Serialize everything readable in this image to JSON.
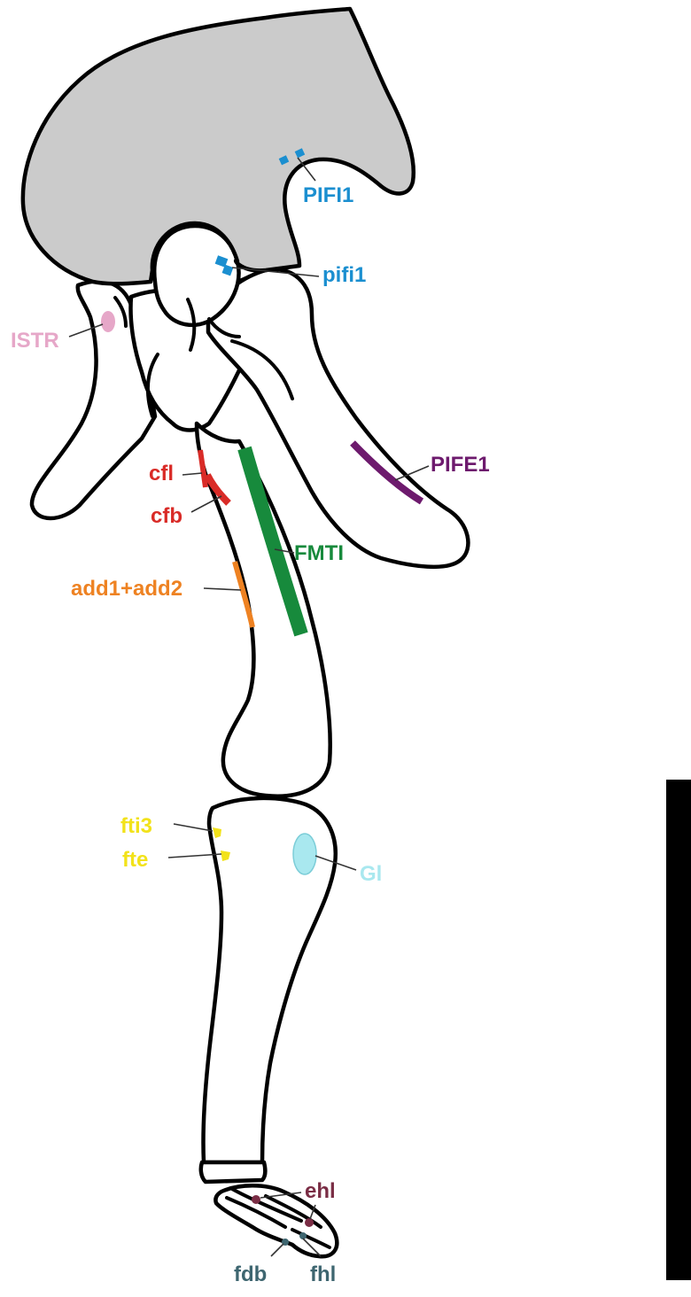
{
  "colors": {
    "ilium": "#cbcbcb",
    "pifi": "#1b8fd0",
    "istr": "#e6a7c8",
    "pife": "#6d1a6d",
    "cf": "#d92b27",
    "fmti": "#178a3c",
    "add": "#ee8222",
    "fti": "#f2e21a",
    "gl": "#a9e8ef",
    "ehl": "#7a2d45",
    "foot": "#3e6670"
  },
  "labels": {
    "PIFI1": "PIFI1",
    "pifi1": "pifi1",
    "ISTR": "ISTR",
    "PIFE1": "PIFE1",
    "cfl": "cfl",
    "cfb": "cfb",
    "FMTI": "FMTI",
    "add": "add1+add2",
    "fti3": "fti3",
    "fte": "fte",
    "Gl": "Gl",
    "ehl": "ehl",
    "fdb": "fdb",
    "fhl": "fhl"
  }
}
